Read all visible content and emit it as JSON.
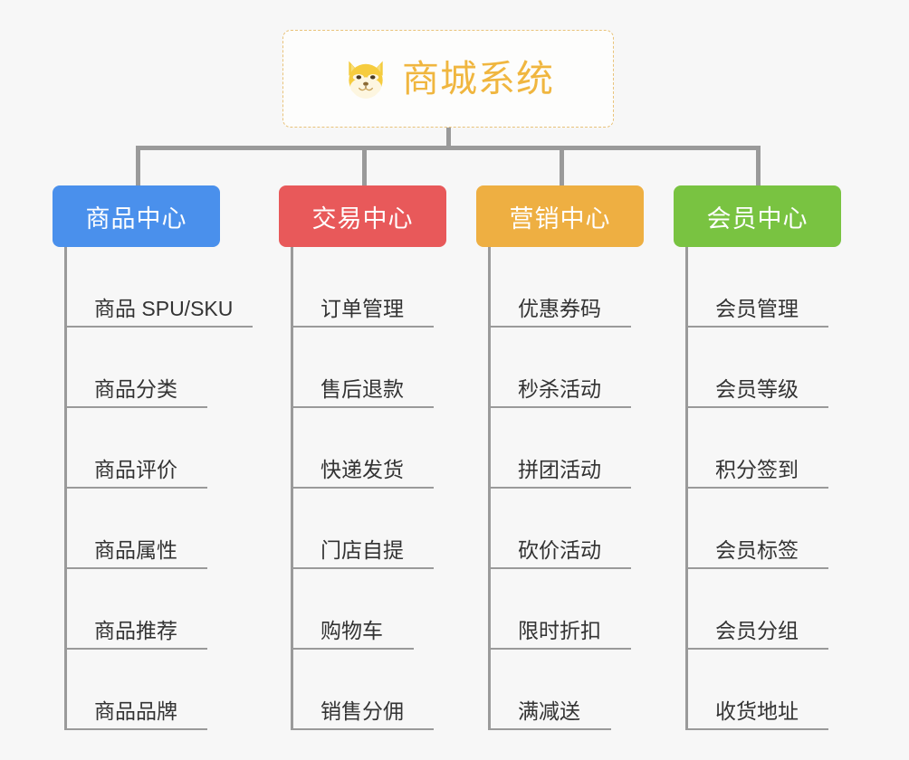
{
  "root": {
    "title": "商城系统",
    "icon": "shiba-dog-icon",
    "title_color": "#f0b63f",
    "border_color": "#e9c37a"
  },
  "colors": {
    "background": "#f7f7f7",
    "connector": "#9a9a9a",
    "item_text": "#333333",
    "item_rule": "#9a9a9a"
  },
  "columns": [
    {
      "title": "商品中心",
      "color": "#4a90ec",
      "items": [
        "商品 SPU/SKU",
        "商品分类",
        "商品评价",
        "商品属性",
        "商品推荐",
        "商品品牌"
      ]
    },
    {
      "title": "交易中心",
      "color": "#e8595a",
      "items": [
        "订单管理",
        "售后退款",
        "快递发货",
        "门店自提",
        "购物车",
        "销售分佣"
      ]
    },
    {
      "title": "营销中心",
      "color": "#eeaf42",
      "items": [
        "优惠券码",
        "秒杀活动",
        "拼团活动",
        "砍价活动",
        "限时折扣",
        "满减送"
      ]
    },
    {
      "title": "会员中心",
      "color": "#79c341",
      "items": [
        "会员管理",
        "会员等级",
        "积分签到",
        "会员标签",
        "会员分组",
        "收货地址"
      ]
    }
  ]
}
